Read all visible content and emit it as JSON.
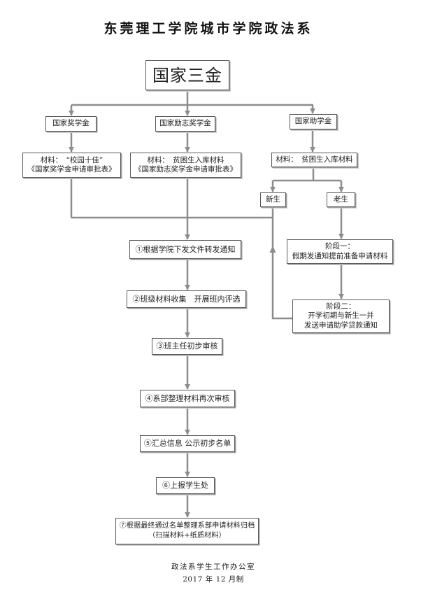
{
  "title": "东莞理工学院城市学院政法系",
  "root": "国家三金",
  "categories": [
    {
      "label": "国家奖学金",
      "material": [
        "材料：　“校园十佳”",
        "《国家奖学金申请审批表》"
      ]
    },
    {
      "label": "国家励志奖学金",
      "material": [
        "材料：　贫困生入库材料",
        "《国家励志奖学金申请审批表》"
      ]
    },
    {
      "label": "国家助学金",
      "material": [
        "材料：　贫困生入库材料"
      ]
    }
  ],
  "student_types": {
    "new": "新生",
    "old": "老生"
  },
  "stages": [
    {
      "title": "阶段一：",
      "lines": [
        "假期发通知提前准备申请材料"
      ]
    },
    {
      "title": "阶段二：",
      "lines": [
        "开学初期与新生一并",
        "发送申请助学贷款通知"
      ]
    }
  ],
  "steps": [
    {
      "lines": [
        "①根据学院下发文件转发通知"
      ]
    },
    {
      "lines": [
        "②班级材料收集　开展班内评选"
      ]
    },
    {
      "lines": [
        "③班主任初步审核"
      ]
    },
    {
      "lines": [
        "④系部整理材料再次审核"
      ]
    },
    {
      "lines": [
        "⑤汇总信息 公示初步名单"
      ]
    },
    {
      "lines": [
        "⑥上报学生处"
      ]
    },
    {
      "lines": [
        "⑦根据最终通过名单整理系部申请材料归档",
        "（扫描材料+纸质材料）"
      ]
    }
  ],
  "footer": {
    "office": "政法系学生工作办公室",
    "date": "2017 年 12 月制"
  },
  "colors": {
    "line": "#8d8d8d",
    "border": "#5a5a5a"
  }
}
